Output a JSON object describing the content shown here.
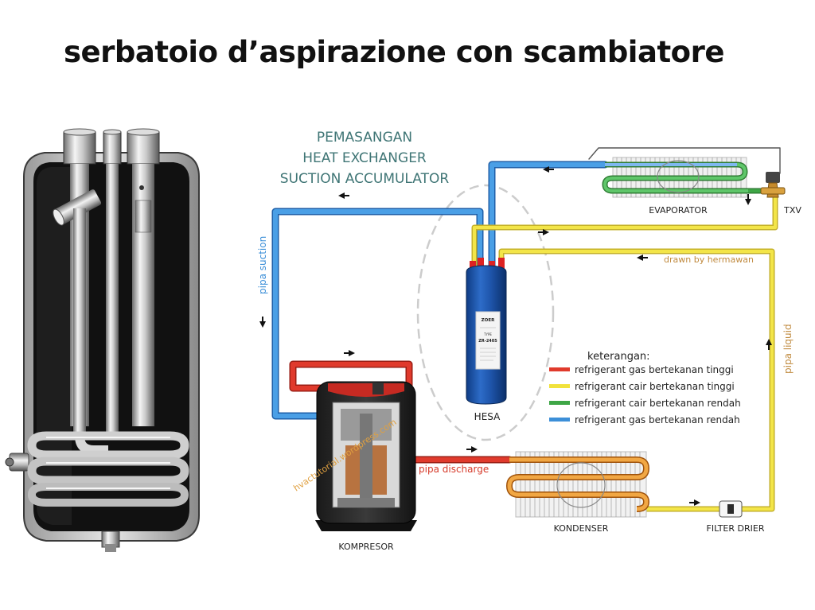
{
  "title": "serbatoio d’aspirazione con scambiatore",
  "diagram": {
    "heading_lines": [
      "PEMASANGAN",
      "HEAT EXCHANGER",
      "SUCTION ACCUMULATOR"
    ],
    "pipe_labels": {
      "suction": "pipa suction",
      "liquid": "pipa liquid",
      "discharge": "pipa discharge"
    },
    "components": {
      "evaporator": "EVAPORATOR",
      "txv": "TXV",
      "hesa": "HESA",
      "kondenser": "KONDENSER",
      "filter_drier": "FILTER DRIER",
      "kompresor": "KOMPRESOR"
    },
    "hesa_tag": {
      "brand": "ZOER",
      "model_caption": "TYPE",
      "model": "ZR-2405"
    },
    "credit": "drawn by hermawan",
    "watermark": "hvactutorial.wordpress.com",
    "legend": {
      "title": "keterangan:",
      "items": [
        {
          "label": "refrigerant gas bertekanan tinggi",
          "color": "#e03a2c"
        },
        {
          "label": "refrigerant cair bertekanan tinggi",
          "color": "#f1e23c"
        },
        {
          "label": "refrigerant cair bertekanan rendah",
          "color": "#3ea646"
        },
        {
          "label": "refrigerant gas bertekanan rendah",
          "color": "#3c8fd8"
        }
      ]
    },
    "colors": {
      "heading": "#3f7575",
      "pipe_label_blue": "#3c8fd8",
      "pipe_label_orange": "#c08a3e",
      "pipe_label_red": "#d63a2a",
      "watermark": "#e0a040"
    }
  }
}
